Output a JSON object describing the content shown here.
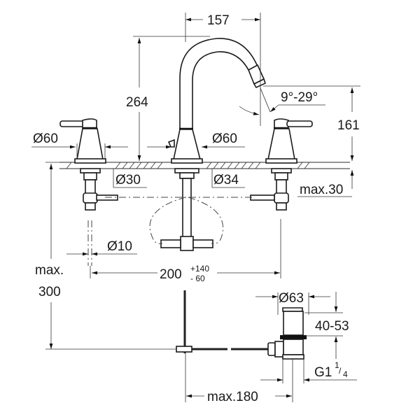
{
  "diagram": {
    "title": "3-hole basin mixer dimension drawing",
    "line_color": "#1a1a1a",
    "background": "#ffffff",
    "dimensions": {
      "spout_reach": "157",
      "spout_height": "264",
      "aerator_height": "161",
      "swivel_angle": "9°-29°",
      "handle_base_left": "Ø60",
      "spout_base": "Ø60",
      "hole_left": "Ø30",
      "hole_center": "Ø34",
      "deck_thickness": "max.30",
      "hose_diameter": "Ø10",
      "center_spacing": "200",
      "center_spacing_plus": "+140",
      "center_spacing_minus": "- 60",
      "max_depth_label": "max.",
      "max_depth_value": "300",
      "drain_diameter": "Ø63",
      "drain_height": "40-53",
      "drain_thread_main": "G1",
      "drain_thread_num": "1",
      "drain_thread_den": "4",
      "pullrod_reach": "max.180"
    }
  }
}
